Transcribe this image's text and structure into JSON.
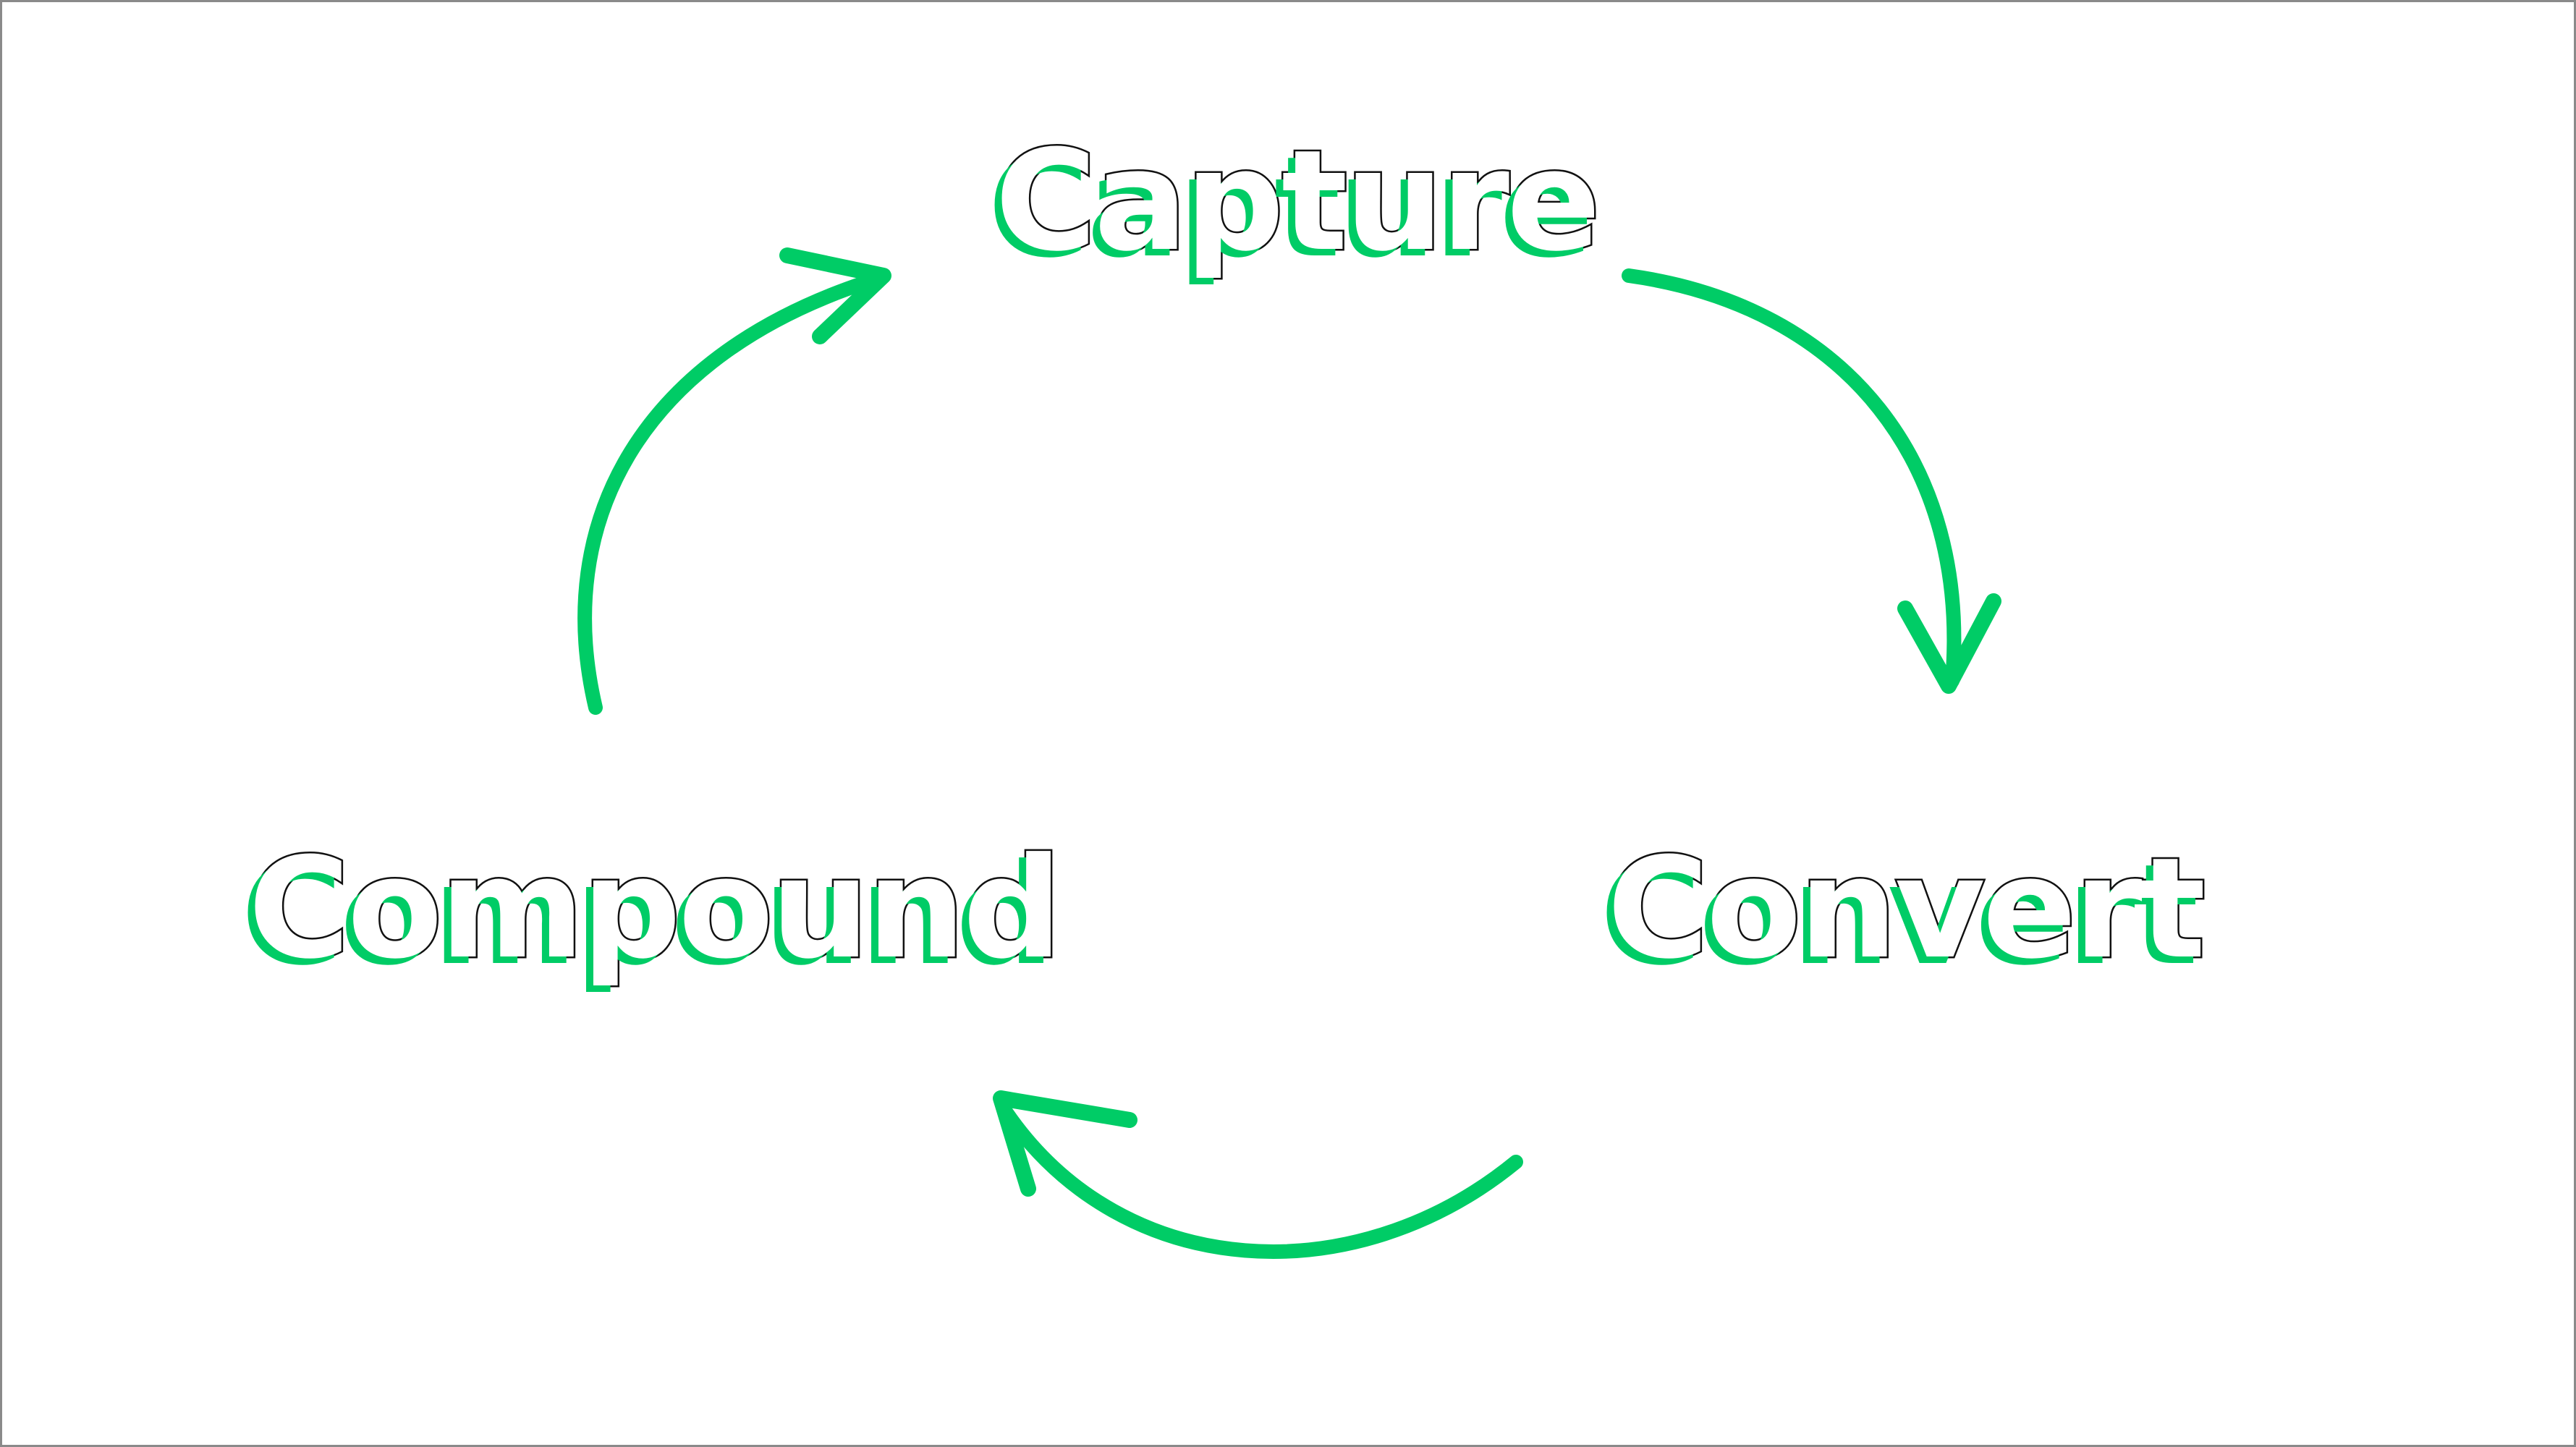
{
  "colors": {
    "accent": "#00cc66",
    "outline": "#111111",
    "text_fill": "#ffffff",
    "background": "#ffffff"
  },
  "cycle": {
    "steps": [
      {
        "label": "Capture"
      },
      {
        "label": "Convert"
      },
      {
        "label": "Compound"
      }
    ],
    "arrows": [
      {
        "from": "Capture",
        "to": "Convert"
      },
      {
        "from": "Convert",
        "to": "Compound"
      },
      {
        "from": "Compound",
        "to": "Capture"
      }
    ]
  }
}
